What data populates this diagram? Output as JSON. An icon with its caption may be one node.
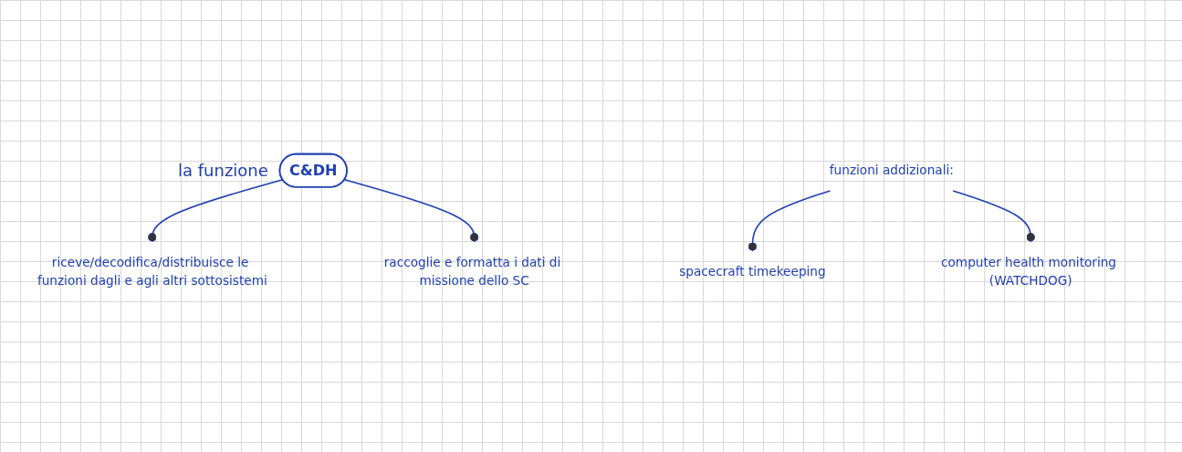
{
  "diagram": {
    "nodes": [
      {
        "text": [
          "C&DH"
        ],
        "beside": [
          "la funzione"
        ]
      },
      {
        "text": [
          "riceve/decodifica/distribuisce le funzioni dagli e agli altri sottosistemi"
        ]
      },
      {
        "text": [
          "raccoglie e formatta i dati di missione dello SC"
        ]
      },
      {
        "text": [
          "funzioni addizionali:"
        ]
      },
      {
        "text": [
          "spacecraft timekeeping"
        ]
      },
      {
        "text": [
          "computer health monitoring (WATCHDOG)"
        ]
      }
    ],
    "edges": [
      {
        "from": 0,
        "to": 1,
        "arrow": "other"
      },
      {
        "from": 0,
        "to": 2,
        "arrow": "other"
      },
      {
        "from": 3,
        "to": 4,
        "arrow": "other"
      },
      {
        "from": 3,
        "to": 5,
        "arrow": "other"
      }
    ]
  }
}
